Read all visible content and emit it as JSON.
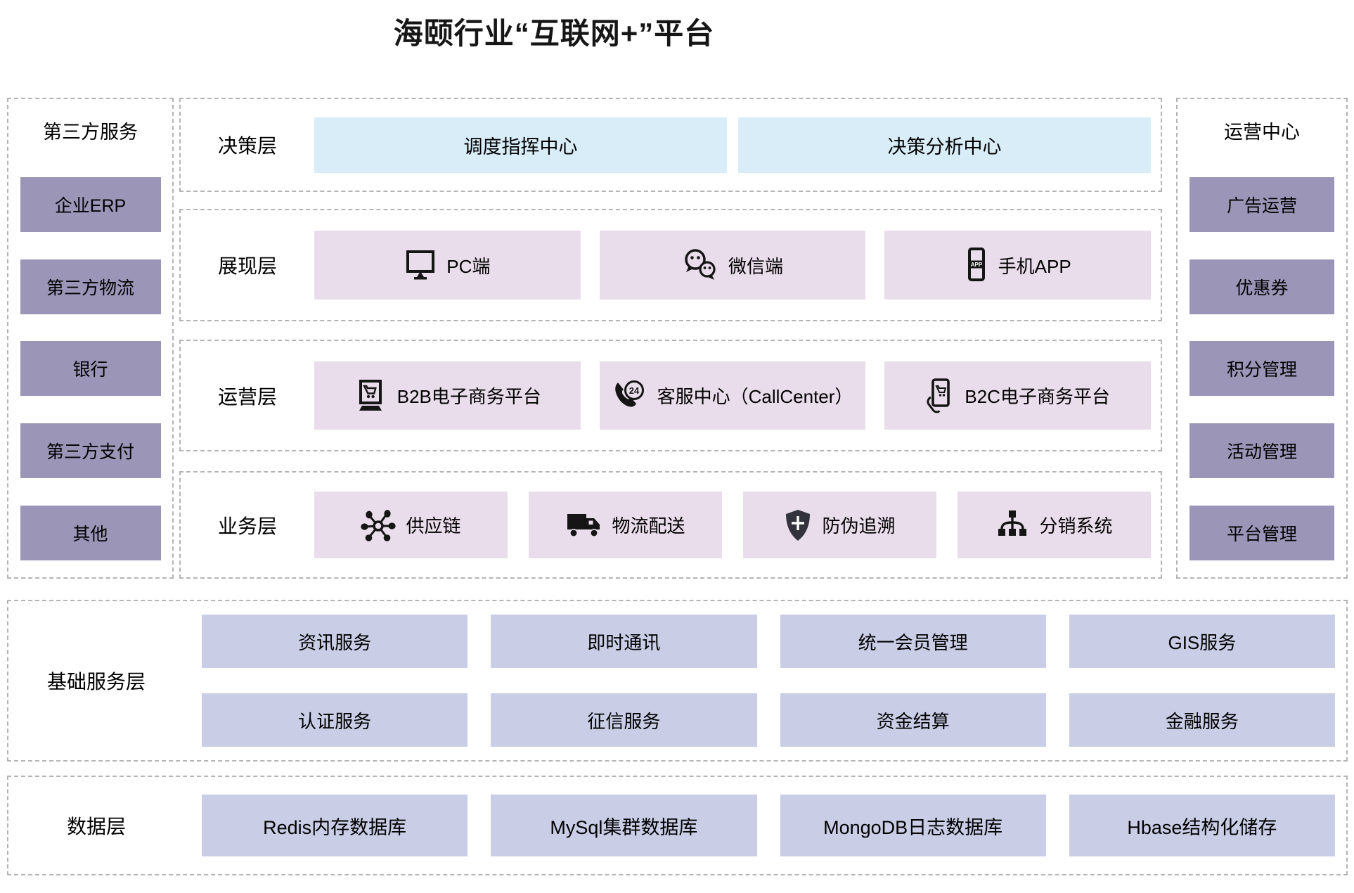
{
  "title": "海颐行业“互联网+”平台",
  "left_sidebar": {
    "header": "第三方服务",
    "items": [
      "企业ERP",
      "第三方物流",
      "银行",
      "第三方支付",
      "其他"
    ]
  },
  "right_sidebar": {
    "header": "运营中心",
    "items": [
      "广告运营",
      "优惠券",
      "积分管理",
      "活动管理",
      "平台管理"
    ]
  },
  "layers": [
    {
      "label": "决策层",
      "items": [
        {
          "text": "调度指挥中心"
        },
        {
          "text": "决策分析中心"
        }
      ]
    },
    {
      "label": "展现层",
      "items": [
        {
          "text": "PC端",
          "icon": "monitor-icon"
        },
        {
          "text": "微信端",
          "icon": "wechat-icon"
        },
        {
          "text": "手机APP",
          "icon": "phone-app-icon",
          "icon_badge": "APP"
        }
      ]
    },
    {
      "label": "运营层",
      "items": [
        {
          "text": "B2B电子商务平台",
          "icon": "b2b-cart-monitor-icon"
        },
        {
          "text": "客服中心（CallCenter）",
          "icon": "callcenter-24-icon",
          "icon_badge": "24"
        },
        {
          "text": "B2C电子商务平台",
          "icon": "b2c-hand-phone-icon"
        }
      ]
    },
    {
      "label": "业务层",
      "items": [
        {
          "text": "供应链",
          "icon": "supply-chain-icon"
        },
        {
          "text": "物流配送",
          "icon": "truck-icon"
        },
        {
          "text": "防伪追溯",
          "icon": "shield-icon"
        },
        {
          "text": "分销系统",
          "icon": "hierarchy-icon"
        }
      ]
    }
  ],
  "foundation": {
    "label": "基础服务层",
    "rows": [
      [
        "资讯服务",
        "即时通讯",
        "统一会员管理",
        "GIS服务"
      ],
      [
        "认证服务",
        "征信服务",
        "资金结算",
        "金融服务"
      ]
    ]
  },
  "data_layer": {
    "label": "数据层",
    "items": [
      "Redis内存数据库",
      "MySql集群数据库",
      "MongoDB日志数据库",
      "Hbase结构化储存"
    ]
  },
  "colors": {
    "sidebar_box": "#9B95B7",
    "decision_box": "#D9EDF8",
    "app_box": "#EADDEB",
    "service_box": "#C9CDE6",
    "panel_border": "#B4B4B4",
    "title_text": "#161616"
  }
}
